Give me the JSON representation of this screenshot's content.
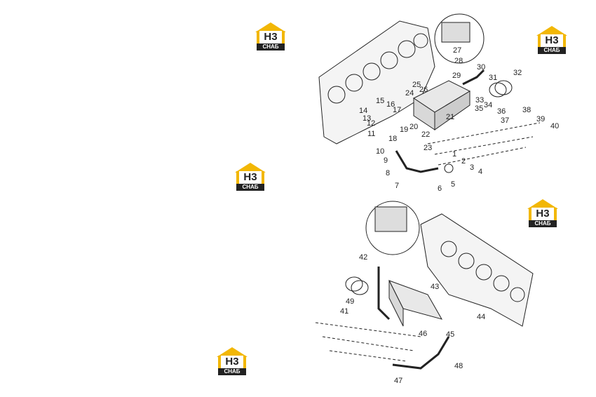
{
  "logo": {
    "monogram": "H3",
    "caption": "СНАБ"
  },
  "callouts_top": [
    "1",
    "2",
    "3",
    "4",
    "5",
    "6",
    "7",
    "8",
    "9",
    "10",
    "11",
    "12",
    "13",
    "14",
    "15",
    "16",
    "17",
    "18",
    "19",
    "20",
    "21",
    "22",
    "23",
    "24",
    "25",
    "26",
    "27",
    "28",
    "29",
    "30",
    "31",
    "32",
    "33",
    "34",
    "35",
    "36",
    "37",
    "38",
    "39",
    "40"
  ],
  "callouts_bottom": [
    "41",
    "42",
    "43",
    "44",
    "45",
    "46",
    "47",
    "48",
    "49"
  ]
}
